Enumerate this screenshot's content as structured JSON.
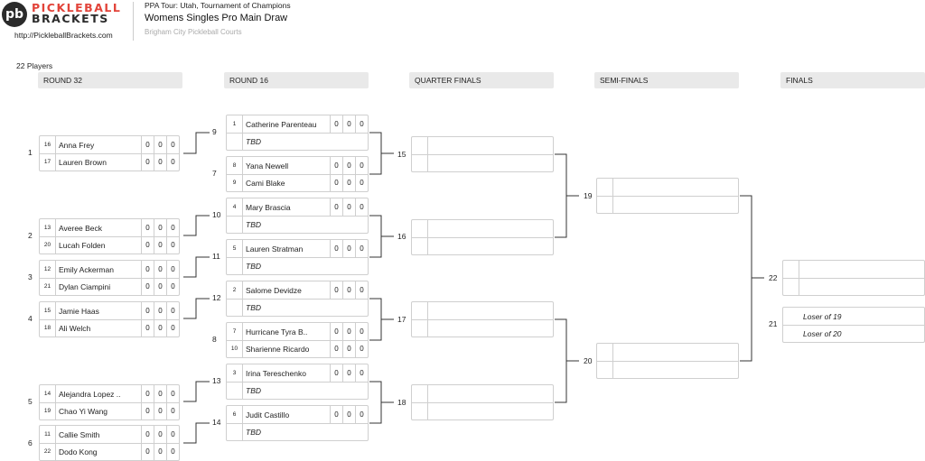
{
  "header": {
    "logo_initials": "pb",
    "brand_line1": "PICKLEBALL",
    "brand_line2": "BRACKETS",
    "site_url": "http://PickleballBrackets.com",
    "event_name": "PPA Tour: Utah, Tournament of Champions",
    "draw_title": "Womens Singles Pro Main Draw",
    "venue": "Brigham City Pickleball Courts"
  },
  "player_count": "22 Players",
  "rounds": [
    "ROUND 32",
    "ROUND 16",
    "QUARTER FINALS",
    "SEMI-FINALS",
    "FINALS"
  ],
  "round32": [
    {
      "match": "1",
      "players": [
        {
          "seed": "16",
          "name": "Anna Frey",
          "scores": [
            "0",
            "0",
            "0"
          ]
        },
        {
          "seed": "17",
          "name": "Lauren Brown",
          "scores": [
            "0",
            "0",
            "0"
          ]
        }
      ]
    },
    {
      "match": "2",
      "players": [
        {
          "seed": "13",
          "name": "Averee Beck",
          "scores": [
            "0",
            "0",
            "0"
          ]
        },
        {
          "seed": "20",
          "name": "Lucah Folden",
          "scores": [
            "0",
            "0",
            "0"
          ]
        }
      ]
    },
    {
      "match": "3",
      "players": [
        {
          "seed": "12",
          "name": "Emily Ackerman",
          "scores": [
            "0",
            "0",
            "0"
          ]
        },
        {
          "seed": "21",
          "name": "Dylan Ciampini",
          "scores": [
            "0",
            "0",
            "0"
          ]
        }
      ]
    },
    {
      "match": "4",
      "players": [
        {
          "seed": "15",
          "name": "Jamie Haas",
          "scores": [
            "0",
            "0",
            "0"
          ]
        },
        {
          "seed": "18",
          "name": "Ali Welch",
          "scores": [
            "0",
            "0",
            "0"
          ]
        }
      ]
    },
    {
      "match": "5",
      "players": [
        {
          "seed": "14",
          "name": "Alejandra Lopez ..",
          "scores": [
            "0",
            "0",
            "0"
          ]
        },
        {
          "seed": "19",
          "name": "Chao Yi Wang",
          "scores": [
            "0",
            "0",
            "0"
          ]
        }
      ]
    },
    {
      "match": "6",
      "players": [
        {
          "seed": "11",
          "name": "Callie Smith",
          "scores": [
            "0",
            "0",
            "0"
          ]
        },
        {
          "seed": "22",
          "name": "Dodo Kong",
          "scores": [
            "0",
            "0",
            "0"
          ]
        }
      ]
    }
  ],
  "round16": [
    {
      "match": "9",
      "players": [
        {
          "seed": "1",
          "name": "Catherine Parenteau",
          "scores": [
            "0",
            "0",
            "0"
          ]
        },
        {
          "seed": "",
          "name": "TBD",
          "scores": []
        }
      ]
    },
    {
      "match": "7",
      "players": [
        {
          "seed": "8",
          "name": "Yana Newell",
          "scores": [
            "0",
            "0",
            "0"
          ]
        },
        {
          "seed": "9",
          "name": "Cami Blake",
          "scores": [
            "0",
            "0",
            "0"
          ]
        }
      ]
    },
    {
      "match": "10",
      "players": [
        {
          "seed": "4",
          "name": "Mary Brascia",
          "scores": [
            "0",
            "0",
            "0"
          ]
        },
        {
          "seed": "",
          "name": "TBD",
          "scores": []
        }
      ]
    },
    {
      "match": "11",
      "players": [
        {
          "seed": "5",
          "name": "Lauren Stratman",
          "scores": [
            "0",
            "0",
            "0"
          ]
        },
        {
          "seed": "",
          "name": "TBD",
          "scores": []
        }
      ]
    },
    {
      "match": "12",
      "players": [
        {
          "seed": "2",
          "name": "Salome Devidze",
          "scores": [
            "0",
            "0",
            "0"
          ]
        },
        {
          "seed": "",
          "name": "TBD",
          "scores": []
        }
      ]
    },
    {
      "match": "8",
      "players": [
        {
          "seed": "7",
          "name": "Hurricane Tyra B..",
          "scores": [
            "0",
            "0",
            "0"
          ]
        },
        {
          "seed": "10",
          "name": "Sharienne Ricardo",
          "scores": [
            "0",
            "0",
            "0"
          ]
        }
      ]
    },
    {
      "match": "13",
      "players": [
        {
          "seed": "3",
          "name": "Irina Tereschenko",
          "scores": [
            "0",
            "0",
            "0"
          ]
        },
        {
          "seed": "",
          "name": "TBD",
          "scores": []
        }
      ]
    },
    {
      "match": "14",
      "players": [
        {
          "seed": "6",
          "name": "Judit Castillo",
          "scores": [
            "0",
            "0",
            "0"
          ]
        },
        {
          "seed": "",
          "name": "TBD",
          "scores": []
        }
      ]
    }
  ],
  "quarterfinals": [
    {
      "match": "15"
    },
    {
      "match": "16"
    },
    {
      "match": "17"
    },
    {
      "match": "18"
    }
  ],
  "semifinals": [
    {
      "match": "19"
    },
    {
      "match": "20"
    }
  ],
  "finals": [
    {
      "match": "22",
      "players": [
        "",
        ""
      ]
    },
    {
      "match": "21",
      "players": [
        "Loser of 19",
        "Loser of 20"
      ]
    }
  ]
}
